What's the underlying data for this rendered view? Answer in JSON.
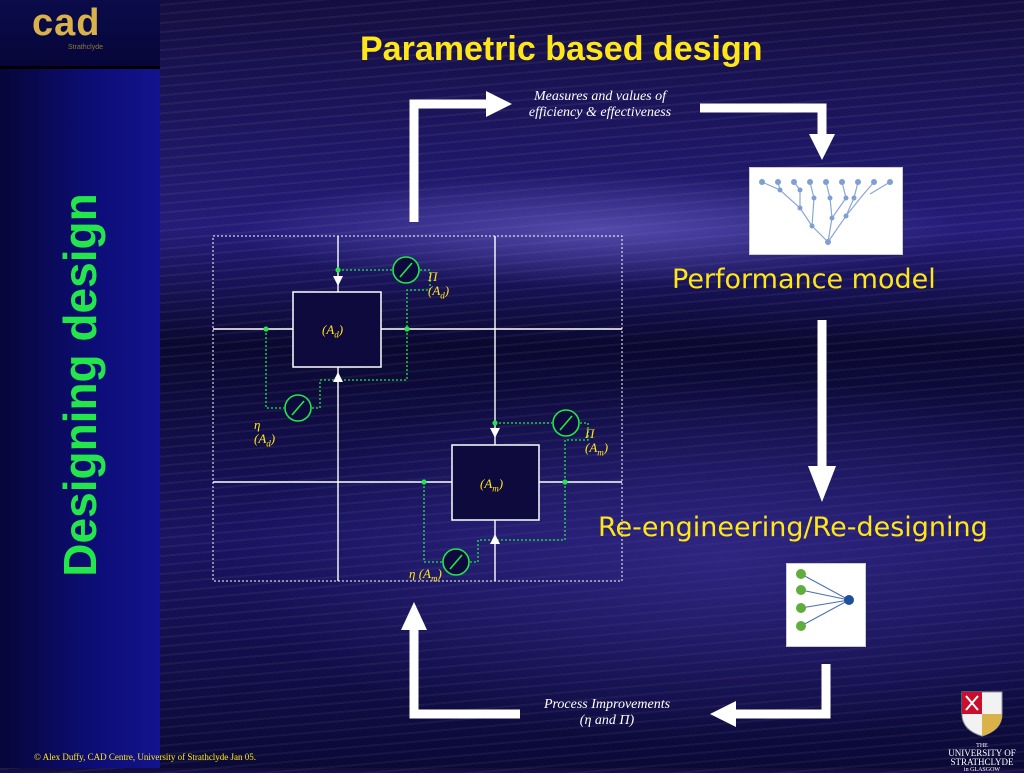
{
  "logo": {
    "text": "cad",
    "subtitle": "Strathclyde"
  },
  "sidebar": {
    "vertical_title": "Designing design"
  },
  "slide": {
    "title": "Parametric based design",
    "top_note_line1": "Measures and values of",
    "top_note_line2": "efficiency & effectiveness",
    "performance_label": "Performance model",
    "reengineering_label": "Re-engineering/Re-designing",
    "bottom_note_line1": "Process Improvements",
    "bottom_note_line2": "(η and Π)"
  },
  "diagram_labels": {
    "pi": "Π",
    "eta": "η",
    "ad_box": "(A",
    "ad_sub": "d",
    "am_box": "(A",
    "am_sub": "m",
    "close": ")"
  },
  "footer": "© Alex Duffy, CAD Centre, University of Strathclyde Jan 05.",
  "crest": {
    "line1": "THE",
    "line2": "UNIVERSITY OF",
    "line3": "STRATHCLYDE",
    "line4": "in GLASGOW"
  },
  "colors": {
    "title": "#ffe619",
    "vertical_title": "#22e64a",
    "background": "#1a1462",
    "dotted_lines": "#22e64a"
  }
}
